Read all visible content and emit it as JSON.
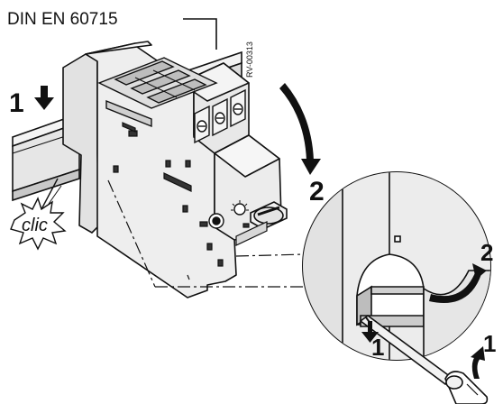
{
  "diagram": {
    "standard_label": "DIN EN 60715",
    "document_code": "RV-00313",
    "sound_label": "clic",
    "steps": {
      "mount_press": "1",
      "mount_rotate": "2",
      "release_lever": "1",
      "release_tilt": "2",
      "screwdriver_turn": "1"
    }
  },
  "colors": {
    "line": "#111111",
    "body_fill": "#eeeeee",
    "detail_fill": "#d6d6d6",
    "shadow_fill": "#b8b8b8",
    "background": "#ffffff"
  }
}
